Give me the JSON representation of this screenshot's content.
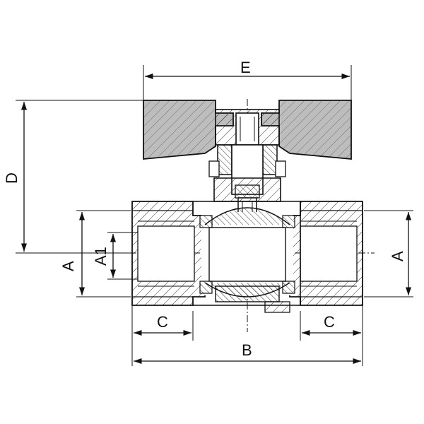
{
  "dimensions": {
    "E": "E",
    "D": "D",
    "A_left": "A",
    "A1": "A1",
    "A_right": "A",
    "C_left": "C",
    "C_right": "C",
    "B": "B"
  },
  "colors": {
    "line": "#111111",
    "handle_fill": "#bdbdbd",
    "background": "#ffffff"
  }
}
